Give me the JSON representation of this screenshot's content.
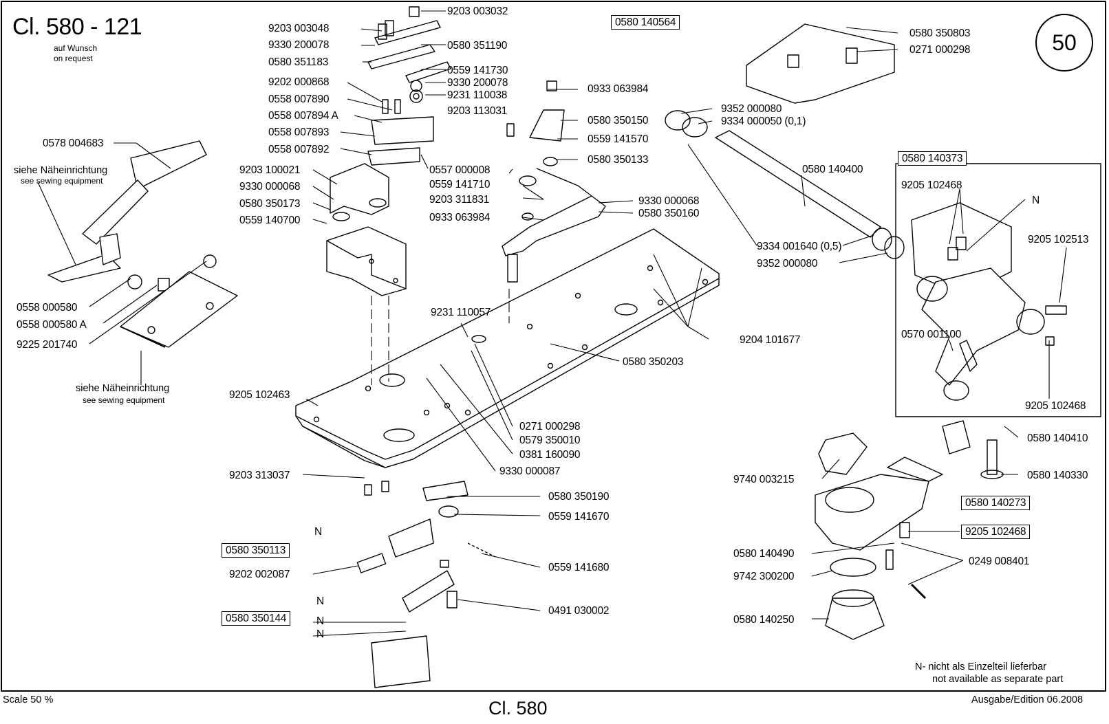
{
  "header": {
    "title": "Cl. 580 - 121",
    "subtitle_de": "auf Wunsch",
    "subtitle_en": "on request",
    "page_number": "50"
  },
  "parts_left": [
    {
      "id": "p1",
      "text": "9203 003048"
    },
    {
      "id": "p2",
      "text": "9330 200078"
    },
    {
      "id": "p3",
      "text": "0580 351183"
    },
    {
      "id": "p4",
      "text": "9202 000868"
    },
    {
      "id": "p5",
      "text": "0558 007890"
    },
    {
      "id": "p6",
      "text": "0558 007894 A"
    },
    {
      "id": "p7",
      "text": "0558 007893"
    },
    {
      "id": "p8",
      "text": "0558 007892"
    },
    {
      "id": "p9",
      "text": "9203 100021"
    },
    {
      "id": "p10",
      "text": "9330 000068"
    },
    {
      "id": "p11",
      "text": "0580 350173"
    },
    {
      "id": "p12",
      "text": "0559 140700"
    },
    {
      "id": "p13",
      "text": "0578 004683"
    },
    {
      "id": "p14",
      "text": "0558 000580"
    },
    {
      "id": "p15",
      "text": "0558 000580 A"
    },
    {
      "id": "p16",
      "text": "9225 201740"
    },
    {
      "id": "p17",
      "text": "9205 102463"
    },
    {
      "id": "p18",
      "text": "9203 313037"
    },
    {
      "id": "p19",
      "text": "9202 002087"
    },
    {
      "id": "p20",
      "text": "N"
    },
    {
      "id": "p21",
      "text": "N"
    },
    {
      "id": "p22",
      "text": "N"
    },
    {
      "id": "p23",
      "text": "N"
    }
  ],
  "parts_center": [
    {
      "id": "c1",
      "text": "9203 003032"
    },
    {
      "id": "c2",
      "text": "0580 351190"
    },
    {
      "id": "c3",
      "text": "0559 141730"
    },
    {
      "id": "c4",
      "text": "9330 200078"
    },
    {
      "id": "c5",
      "text": "9231 110038"
    },
    {
      "id": "c6",
      "text": "9203 113031"
    },
    {
      "id": "c7",
      "text": "0557 000008"
    },
    {
      "id": "c8",
      "text": "0559 141710"
    },
    {
      "id": "c9",
      "text": "9203 311831"
    },
    {
      "id": "c10",
      "text": "0933 063984"
    },
    {
      "id": "c11",
      "text": "0933 063984"
    },
    {
      "id": "c12",
      "text": "0580 350150"
    },
    {
      "id": "c13",
      "text": "0559 141570"
    },
    {
      "id": "c14",
      "text": "0580 350133"
    },
    {
      "id": "c15",
      "text": "9330 000068"
    },
    {
      "id": "c16",
      "text": "0580 350160"
    },
    {
      "id": "c17",
      "text": "9231 110057"
    },
    {
      "id": "c18",
      "text": "9204 101677"
    },
    {
      "id": "c19",
      "text": "0580 350203"
    },
    {
      "id": "c20",
      "text": "0271 000298"
    },
    {
      "id": "c21",
      "text": "0579 350010"
    },
    {
      "id": "c22",
      "text": "0381 160090"
    },
    {
      "id": "c23",
      "text": "9330 000087"
    },
    {
      "id": "c24",
      "text": "0580 350190"
    },
    {
      "id": "c25",
      "text": "0559 141670"
    },
    {
      "id": "c26",
      "text": "0559 141680"
    },
    {
      "id": "c27",
      "text": "0491 030002"
    }
  ],
  "parts_right": [
    {
      "id": "r1",
      "text": "0580 350803"
    },
    {
      "id": "r2",
      "text": "0271 000298"
    },
    {
      "id": "r3",
      "text": "9352 000080"
    },
    {
      "id": "r4",
      "text": "9334 000050 (0,1)"
    },
    {
      "id": "r5",
      "text": "0580 140400"
    },
    {
      "id": "r6",
      "text": "9334 001640 (0,5)"
    },
    {
      "id": "r7",
      "text": "9352 000080"
    },
    {
      "id": "r8",
      "text": "9205 102468"
    },
    {
      "id": "r9",
      "text": "N"
    },
    {
      "id": "r10",
      "text": "9205 102513"
    },
    {
      "id": "r11",
      "text": "0570 001100"
    },
    {
      "id": "r12",
      "text": "9205 102468"
    },
    {
      "id": "r13",
      "text": "0580 140410"
    },
    {
      "id": "r14",
      "text": "0580 140330"
    },
    {
      "id": "r15",
      "text": "9740 003215"
    },
    {
      "id": "r16",
      "text": "0580 140490"
    },
    {
      "id": "r17",
      "text": "9742 300200"
    },
    {
      "id": "r18",
      "text": "0580 140250"
    },
    {
      "id": "r19",
      "text": "0249 008401"
    }
  ],
  "boxed_labels": [
    {
      "id": "b1",
      "text": "0580 140564"
    },
    {
      "id": "b2",
      "text": "0580 140373"
    },
    {
      "id": "b3",
      "text": "0580 140273"
    },
    {
      "id": "b4",
      "text": "9205 102468"
    },
    {
      "id": "b5",
      "text": "0580 350113"
    },
    {
      "id": "b6",
      "text": "0580 350144"
    }
  ],
  "notes": {
    "sewing_de_1": "siehe Näheinrichtung",
    "sewing_en_1": "see sewing equipment",
    "sewing_de_2": "siehe Näheinrichtung",
    "sewing_en_2": "see sewing equipment",
    "n_de": "N- nicht als Einzelteil lieferbar",
    "n_en": "not available as separate part"
  },
  "footer": {
    "scale": "Scale 50 %",
    "class": "Cl. 580",
    "edition": "Ausgabe/Edition 06.2008"
  }
}
